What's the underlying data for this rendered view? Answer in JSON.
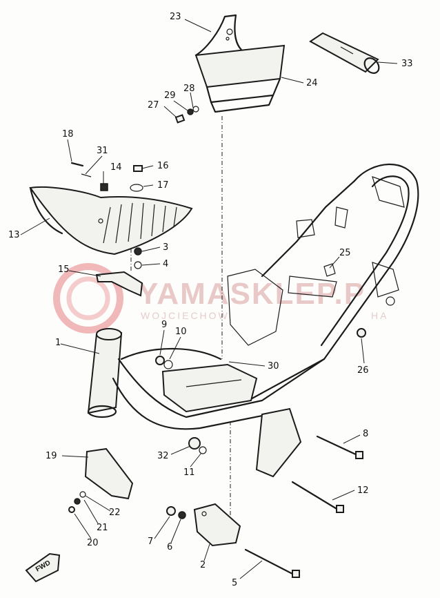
{
  "diagram": {
    "watermark": {
      "brand": "YAMASKLEP.P",
      "sub": "WOJCIECHOW",
      "sub2": "HA"
    },
    "direction_badge": "FWD",
    "callouts": [
      {
        "id": "c23",
        "label": "23"
      },
      {
        "id": "c33",
        "label": "33"
      },
      {
        "id": "c24",
        "label": "24"
      },
      {
        "id": "c29",
        "label": "29"
      },
      {
        "id": "c28",
        "label": "28"
      },
      {
        "id": "c27",
        "label": "27"
      },
      {
        "id": "c18",
        "label": "18"
      },
      {
        "id": "c31",
        "label": "31"
      },
      {
        "id": "c14",
        "label": "14"
      },
      {
        "id": "c16",
        "label": "16"
      },
      {
        "id": "c17",
        "label": "17"
      },
      {
        "id": "c13",
        "label": "13"
      },
      {
        "id": "c3",
        "label": "3"
      },
      {
        "id": "c4",
        "label": "4"
      },
      {
        "id": "c15",
        "label": "15"
      },
      {
        "id": "c25",
        "label": "25"
      },
      {
        "id": "c1",
        "label": "1"
      },
      {
        "id": "c9",
        "label": "9"
      },
      {
        "id": "c10",
        "label": "10"
      },
      {
        "id": "c26",
        "label": "26"
      },
      {
        "id": "c30",
        "label": "30"
      },
      {
        "id": "c8",
        "label": "8"
      },
      {
        "id": "c19",
        "label": "19"
      },
      {
        "id": "c32",
        "label": "32"
      },
      {
        "id": "c11",
        "label": "11"
      },
      {
        "id": "c12",
        "label": "12"
      },
      {
        "id": "c22",
        "label": "22"
      },
      {
        "id": "c21",
        "label": "21"
      },
      {
        "id": "c20",
        "label": "20"
      },
      {
        "id": "c7",
        "label": "7"
      },
      {
        "id": "c6",
        "label": "6"
      },
      {
        "id": "c2",
        "label": "2"
      },
      {
        "id": "c5",
        "label": "5"
      }
    ]
  }
}
